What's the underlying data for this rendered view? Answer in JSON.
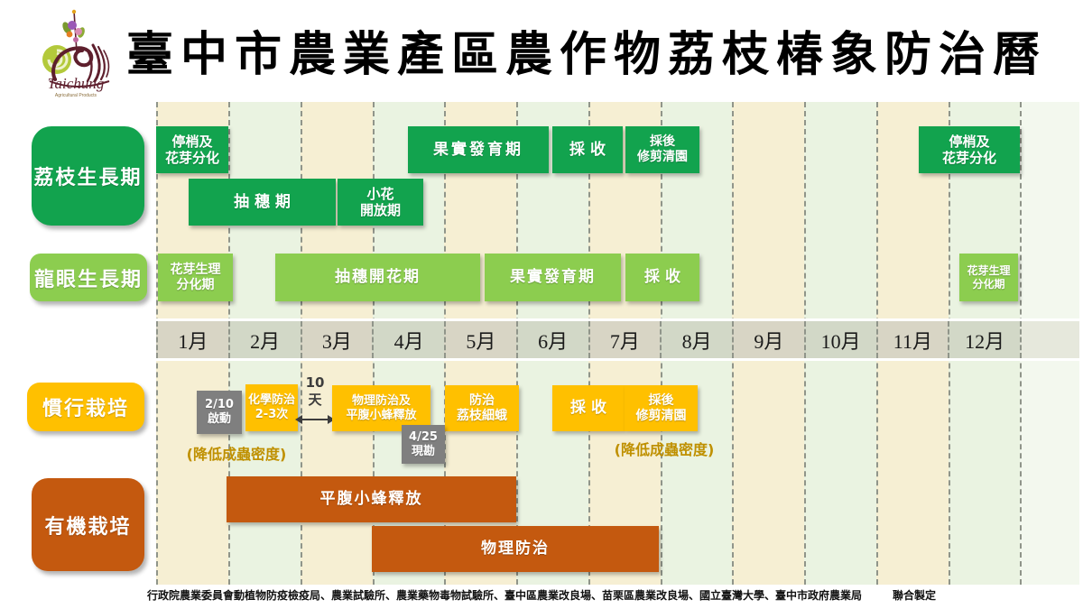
{
  "title": "臺中市農業產區農作物荔枝椿象防治曆",
  "logo": {
    "script_text": "Taichung",
    "sub_text": "Agricultural Products"
  },
  "months": [
    "1月",
    "2月",
    "3月",
    "4月",
    "5月",
    "6月",
    "7月",
    "8月",
    "9月",
    "10月",
    "11月",
    "12月"
  ],
  "rows": {
    "lychee": {
      "label": "荔枝生長期",
      "bars": [
        {
          "lines": [
            "停梢及",
            "花芽分化"
          ]
        },
        {
          "lines": [
            "果實發育期"
          ]
        },
        {
          "lines": [
            "採 收"
          ]
        },
        {
          "lines": [
            "採後",
            "修剪清園"
          ]
        },
        {
          "lines": [
            "停梢及",
            "花芽分化"
          ]
        },
        {
          "lines": [
            "抽 穗 期"
          ]
        },
        {
          "lines": [
            "小花",
            "開放期"
          ]
        }
      ]
    },
    "longan": {
      "label": "龍眼生長期",
      "bars": [
        {
          "lines": [
            "花芽生理",
            "分化期"
          ]
        },
        {
          "lines": [
            "抽穗開花期"
          ]
        },
        {
          "lines": [
            "果實發育期"
          ]
        },
        {
          "lines": [
            "採 收"
          ]
        },
        {
          "lines": [
            "花芽生理",
            "分化期"
          ]
        }
      ]
    },
    "conventional": {
      "label": "慣行栽培",
      "callout_1": {
        "lines": [
          "2/10",
          "啟動"
        ]
      },
      "callout_2": {
        "lines": [
          "4/25",
          "現勘"
        ]
      },
      "interval": {
        "lines": [
          "10",
          "天"
        ]
      },
      "note_1": "(降低成蟲密度)",
      "note_2": "(降低成蟲密度)",
      "bars": [
        {
          "lines": [
            "化學防治",
            "2-3次"
          ]
        },
        {
          "lines": [
            "物理防治及",
            "平腹小蜂釋放"
          ]
        },
        {
          "lines": [
            "防治",
            "荔枝細蛾"
          ]
        },
        {
          "lines": [
            "採 收"
          ]
        },
        {
          "lines": [
            "採後",
            "修剪清園"
          ]
        }
      ]
    },
    "organic": {
      "label": "有機栽培",
      "bars": [
        {
          "lines": [
            "平腹小蜂釋放"
          ]
        },
        {
          "lines": [
            "物理防治"
          ]
        }
      ]
    }
  },
  "footer": {
    "agencies": "行政院農業委員會動植物防疫檢疫局、農業試驗所、農業藥物毒物試驗所、臺中區農業改良場、苗栗區農業改良場、國立臺灣大學、臺中市政府農業局",
    "suffix": "聯合製定"
  },
  "colors": {
    "dark_green": "#12a34e",
    "light_green": "#8ccd4f",
    "yellow": "#ffc000",
    "rust": "#c4590f",
    "gray": "#7f7f7f",
    "note_gold": "#bf9000",
    "stripe_cream": "#f6efd3",
    "stripe_green": "#eaf3e1"
  },
  "chart_data": {
    "type": "gantt",
    "title": "臺中市農業產區農作物荔枝椿象防治曆",
    "x_axis": {
      "unit": "month",
      "labels": [
        "1月",
        "2月",
        "3月",
        "4月",
        "5月",
        "6月",
        "7月",
        "8月",
        "9月",
        "10月",
        "11月",
        "12月"
      ],
      "range": [
        1,
        13
      ],
      "grid": "dashed-vertical"
    },
    "rows": [
      {
        "name": "荔枝生長期",
        "color": "#12a34e",
        "bars": [
          {
            "label": "停梢及花芽分化",
            "start": 1.0,
            "end": 2.0
          },
          {
            "label": "抽穗期",
            "start": 1.45,
            "end": 3.5
          },
          {
            "label": "小花開放期",
            "start": 3.5,
            "end": 4.7
          },
          {
            "label": "果實發育期",
            "start": 4.5,
            "end": 6.45
          },
          {
            "label": "採收",
            "start": 6.5,
            "end": 7.5
          },
          {
            "label": "採後修剪清園",
            "start": 7.5,
            "end": 8.55
          },
          {
            "label": "停梢及花芽分化",
            "start": 11.6,
            "end": 13.0
          }
        ]
      },
      {
        "name": "龍眼生長期",
        "color": "#8ccd4f",
        "bars": [
          {
            "label": "花芽生理分化期",
            "start": 1.0,
            "end": 2.05
          },
          {
            "label": "抽穗開花期",
            "start": 2.65,
            "end": 5.5
          },
          {
            "label": "果實發育期",
            "start": 5.55,
            "end": 7.45
          },
          {
            "label": "採收",
            "start": 7.5,
            "end": 8.55
          },
          {
            "label": "花芽生理分化期",
            "start": 12.15,
            "end": 12.95
          }
        ]
      },
      {
        "name": "慣行栽培",
        "color": "#ffc000",
        "bars": [
          {
            "label": "化學防治2-3次",
            "start": 2.25,
            "end": 2.95
          },
          {
            "label": "物理防治及平腹小蜂釋放",
            "start": 3.45,
            "end": 4.8
          },
          {
            "label": "防治荔枝細蛾",
            "start": 5.0,
            "end": 6.05
          },
          {
            "label": "採收",
            "start": 6.5,
            "end": 7.5
          },
          {
            "label": "採後修剪清園",
            "start": 7.5,
            "end": 8.5
          }
        ],
        "annotations": [
          {
            "label": "2/10啟動",
            "at": 1.6,
            "style": "gray-box"
          },
          {
            "label": "10天",
            "between": [
              "化學防治2-3次",
              "物理防治及平腹小蜂釋放"
            ],
            "style": "double-arrow"
          },
          {
            "label": "4/25現勘",
            "at": 4.45,
            "style": "gray-box"
          },
          {
            "label": "(降低成蟲密度)",
            "near": "化學防治2-3次",
            "style": "gold-text"
          },
          {
            "label": "(降低成蟲密度)",
            "near": "採後修剪清園",
            "style": "gold-text"
          }
        ]
      },
      {
        "name": "有機栽培",
        "color": "#c4590f",
        "bars": [
          {
            "label": "平腹小蜂釋放",
            "start": 2.0,
            "end": 6.0
          },
          {
            "label": "物理防治",
            "start": 4.0,
            "end": 8.0
          }
        ]
      }
    ]
  }
}
